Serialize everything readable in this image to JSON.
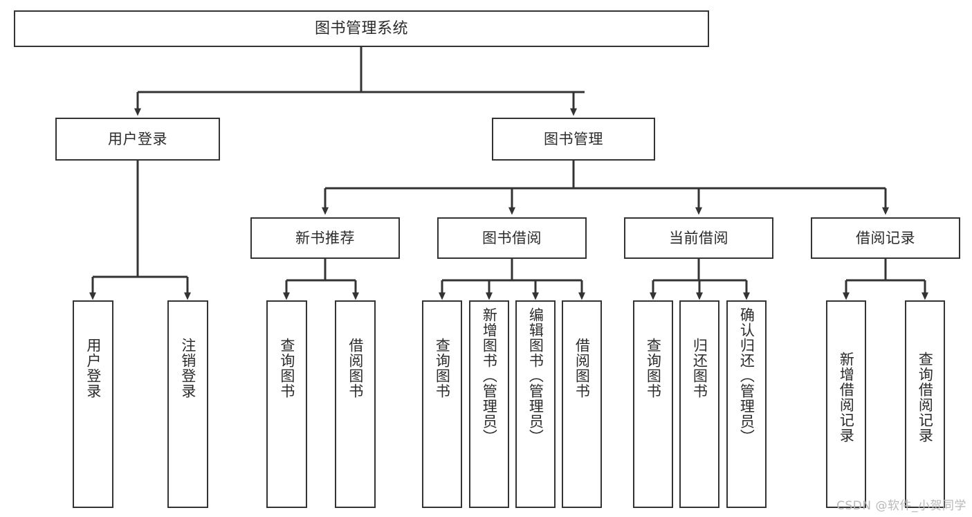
{
  "diagram": {
    "title": "图书管理系统",
    "watermark": "CSDN @软件_小贺同学",
    "colors": {
      "box_border": "#333333",
      "box_fill": "#ffffff",
      "connector": "#333333",
      "text": "#2b2b2b",
      "watermark": "#b9b9b9",
      "background": "#ffffff"
    },
    "root": {
      "id": "root",
      "label": "图书管理系统"
    },
    "level1": [
      {
        "id": "user-login",
        "label": "用户登录"
      },
      {
        "id": "book-manage",
        "label": "图书管理"
      }
    ],
    "level2": [
      {
        "id": "new-book-rec",
        "label": "新书推荐",
        "parent": "book-manage"
      },
      {
        "id": "book-borrow",
        "label": "图书借阅",
        "parent": "book-manage"
      },
      {
        "id": "current-borrow",
        "label": "当前借阅",
        "parent": "book-manage"
      },
      {
        "id": "borrow-record",
        "label": "借阅记录",
        "parent": "book-manage"
      }
    ],
    "leaves": [
      {
        "id": "leaf-user-login",
        "label": "用户登录",
        "parent": "user-login"
      },
      {
        "id": "leaf-logout",
        "label": "注销登录",
        "parent": "user-login"
      },
      {
        "id": "leaf-query-book-rec",
        "label": "查询图书",
        "parent": "new-book-rec"
      },
      {
        "id": "leaf-borrow-book-rec",
        "label": "借阅图书",
        "parent": "new-book-rec"
      },
      {
        "id": "leaf-query-book-borrow",
        "label": "查询图书",
        "parent": "book-borrow"
      },
      {
        "id": "leaf-add-book",
        "label": "新增图书（管理员）",
        "parent": "book-borrow"
      },
      {
        "id": "leaf-edit-book",
        "label": "编辑图书（管理员）",
        "parent": "book-borrow"
      },
      {
        "id": "leaf-borrow-book",
        "label": "借阅图书",
        "parent": "book-borrow"
      },
      {
        "id": "leaf-query-book-cur",
        "label": "查询图书",
        "parent": "current-borrow"
      },
      {
        "id": "leaf-return-book",
        "label": "归还图书",
        "parent": "current-borrow"
      },
      {
        "id": "leaf-confirm-return",
        "label": "确认归还（管理员）",
        "parent": "current-borrow"
      },
      {
        "id": "leaf-add-record",
        "label": "新增借阅记录",
        "parent": "borrow-record"
      },
      {
        "id": "leaf-query-record",
        "label": "查询借阅记录",
        "parent": "borrow-record"
      }
    ]
  }
}
